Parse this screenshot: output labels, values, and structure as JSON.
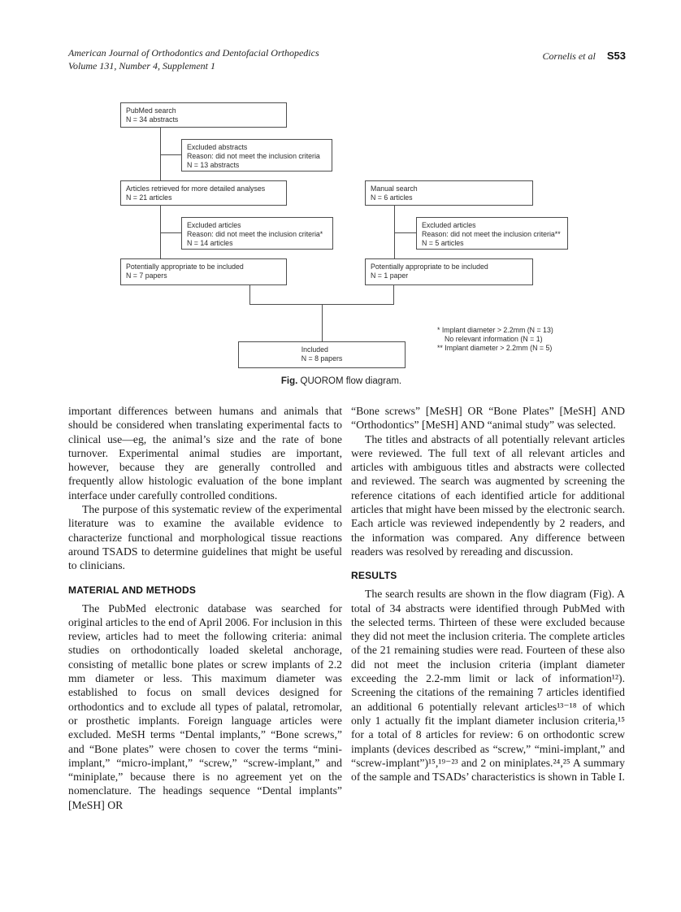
{
  "header": {
    "journal_line1": "American Journal of Orthodontics and Dentofacial Orthopedics",
    "journal_line2": "Volume 131, Number 4, Supplement 1",
    "authors": "Cornelis et al",
    "page_number": "S53"
  },
  "diagram": {
    "boxes": {
      "pubmed": {
        "line1": "PubMed search",
        "line2": "N = 34 abstracts"
      },
      "excluded_abstracts": {
        "line1": "Excluded abstracts",
        "line2": "Reason: did not meet the inclusion criteria",
        "line3": "N = 13 abstracts"
      },
      "articles_retrieved": {
        "line1": "Articles retrieved for more detailed analyses",
        "line2": "N = 21 articles"
      },
      "excluded_articles_left": {
        "line1": "Excluded articles",
        "line2": "Reason: did not meet the inclusion criteria*",
        "line3": "N = 14 articles"
      },
      "potentially_left": {
        "line1": "Potentially appropriate to be included",
        "line2": "N = 7 papers"
      },
      "manual_search": {
        "line1": "Manual search",
        "line2": "N = 6 articles"
      },
      "excluded_articles_right": {
        "line1": "Excluded articles",
        "line2": "Reason: did not meet the inclusion criteria**",
        "line3": "N = 5 articles"
      },
      "potentially_right": {
        "line1": "Potentially appropriate to be included",
        "line2": "N = 1 paper"
      },
      "included": {
        "line1": "Included",
        "line2": "N = 8 papers"
      }
    },
    "footnotes": {
      "line1": "* Implant diameter > 2.2mm (N = 13)",
      "line2": "No relevant information (N = 1)",
      "line3": "** Implant diameter > 2.2mm (N = 5)"
    },
    "caption": {
      "label": "Fig.",
      "text": "QUOROM flow diagram."
    }
  },
  "article": {
    "left": {
      "para1": "important differences between humans and animals that should be considered when translating experimental facts to clinical use—eg, the animal’s size and the rate of bone turnover. Experimental animal studies are important, however, because they are generally controlled and frequently allow histologic evaluation of the bone implant interface under carefully controlled conditions.",
      "para2": "The purpose of this systematic review of the experimental literature was to examine the available evidence to characterize functional and morphological tissue reactions around TSADS to determine guidelines that might be useful to clinicians.",
      "heading": "MATERIAL AND METHODS",
      "para3": "The PubMed electronic database was searched for original articles to the end of April 2006. For inclusion in this review, articles had to meet the following criteria: animal studies on orthodontically loaded skeletal anchorage, consisting of metallic bone plates or screw implants of 2.2 mm diameter or less. This maximum diameter was established to focus on small devices designed for orthodontics and to exclude all types of palatal, retromolar, or prosthetic implants. Foreign language articles were excluded. MeSH terms “Dental implants,” “Bone screws,” and “Bone plates” were chosen to cover the terms “mini-implant,” “micro-implant,” “screw,” “screw-implant,” and “miniplate,” because there is no agreement yet on the nomenclature. The headings sequence “Dental implants” [MeSH] OR"
    },
    "right": {
      "para1": "“Bone screws” [MeSH] OR “Bone Plates” [MeSH] AND “Orthodontics” [MeSH] AND “animal study” was selected.",
      "para2": "The titles and abstracts of all potentially relevant articles were reviewed. The full text of all relevant articles and articles with ambiguous titles and abstracts were collected and reviewed. The search was augmented by screening the reference citations of each identified article for additional articles that might have been missed by the electronic search. Each article was reviewed independently by 2 readers, and the information was compared. Any difference between readers was resolved by rereading and discussion.",
      "heading": "RESULTS",
      "para3": "The search results are shown in the flow diagram (Fig). A total of 34 abstracts were identified through PubMed with the selected terms. Thirteen of these were excluded because they did not meet the inclusion criteria. The complete articles of the 21 remaining studies were read. Fourteen of these also did not meet the inclusion criteria (implant diameter exceeding the 2.2-mm limit or lack of information¹²). Screening the citations of the remaining 7 articles identified an additional 6 potentially relevant articles¹³⁻¹⁸ of which only 1 actually fit the implant diameter inclusion criteria,¹⁵ for a total of 8 articles for review: 6 on orthodontic screw implants (devices described as “screw,” “mini-implant,” and “screw-implant”)¹⁵,¹⁹⁻²³ and 2 on miniplates.²⁴,²⁵ A summary of the sample and TSADs’ characteristics is shown in Table I."
    }
  },
  "colors": {
    "ink": "#1b1b1b",
    "diagram_line": "#4d4d4d",
    "background": "#ffffff"
  }
}
